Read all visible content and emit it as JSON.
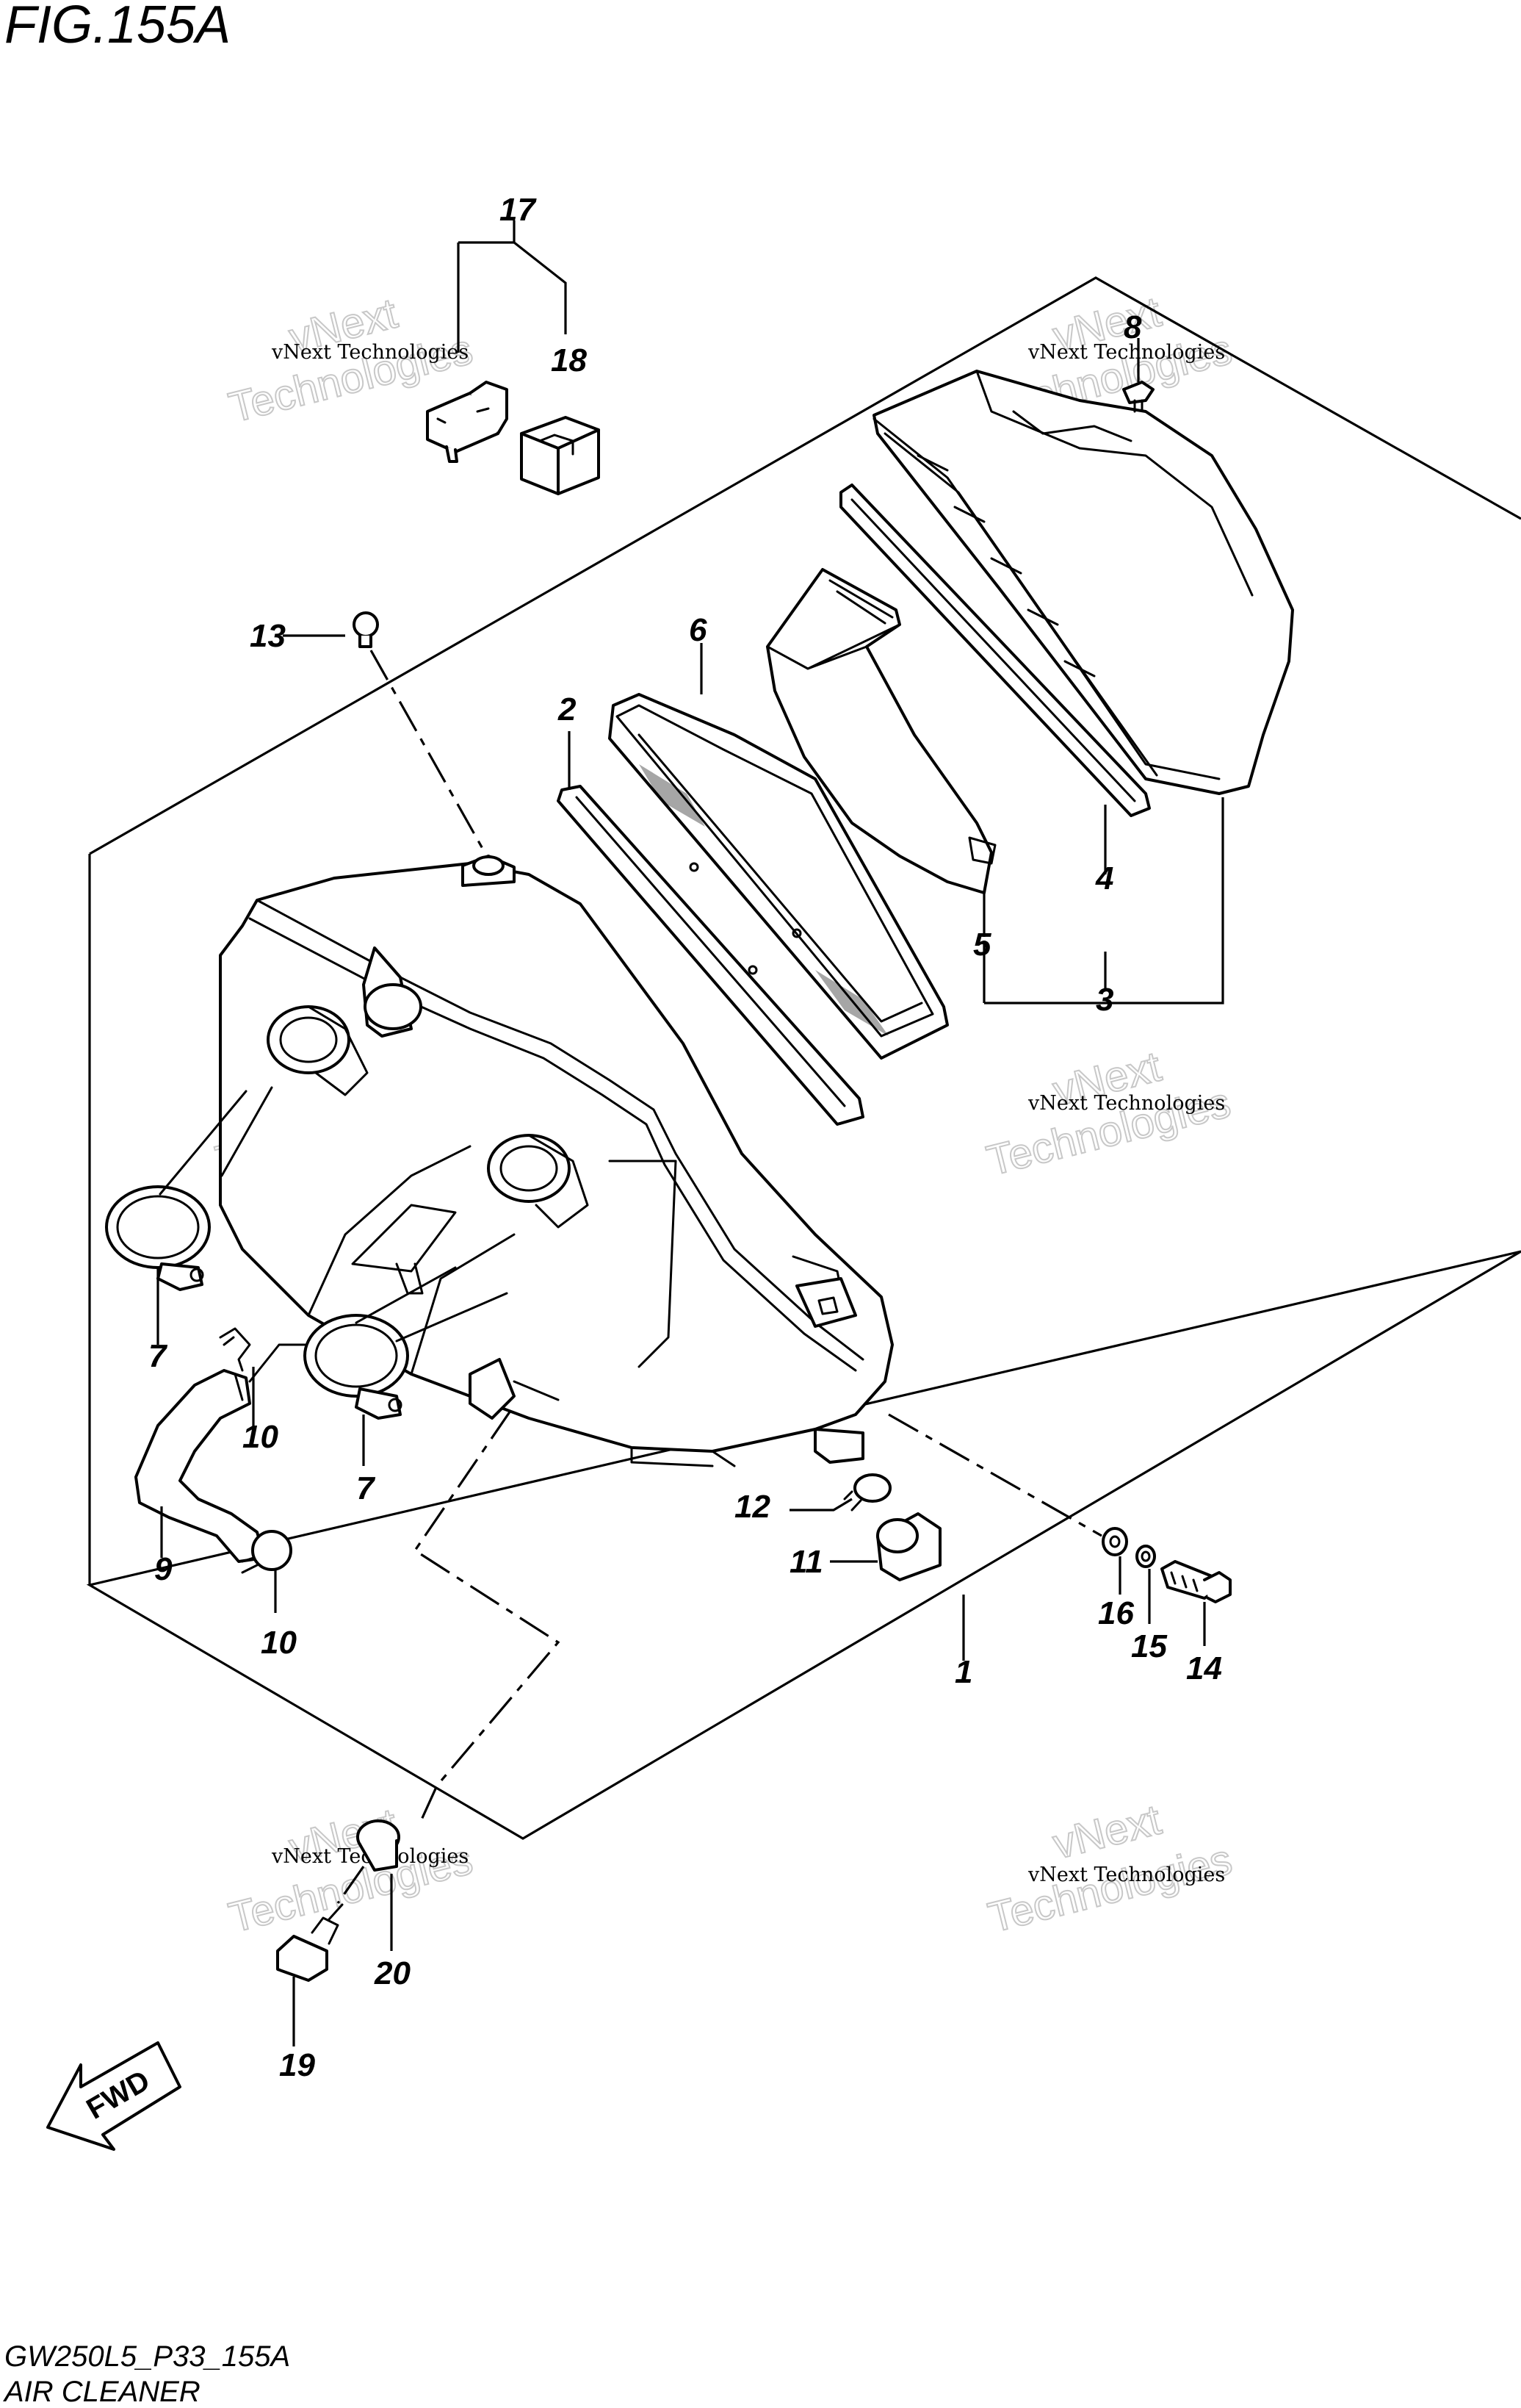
{
  "figure": {
    "title": "FIG.155A",
    "model_code": "GW250L5_P33_155A",
    "caption": "AIR CLEANER"
  },
  "watermark": {
    "line1": "vNext Technologies",
    "line2": "vNext",
    "line3": "Technologies"
  },
  "direction_label": "FWD",
  "callouts": {
    "c1": "1",
    "c2": "2",
    "c3": "3",
    "c4": "4",
    "c5": "5",
    "c6": "6",
    "c7a": "7",
    "c7b": "7",
    "c8": "8",
    "c9": "9",
    "c10a": "10",
    "c10b": "10",
    "c11": "11",
    "c12": "12",
    "c13": "13",
    "c14": "14",
    "c15": "15",
    "c16": "16",
    "c17": "17",
    "c18": "18",
    "c19": "19",
    "c20": "20"
  }
}
